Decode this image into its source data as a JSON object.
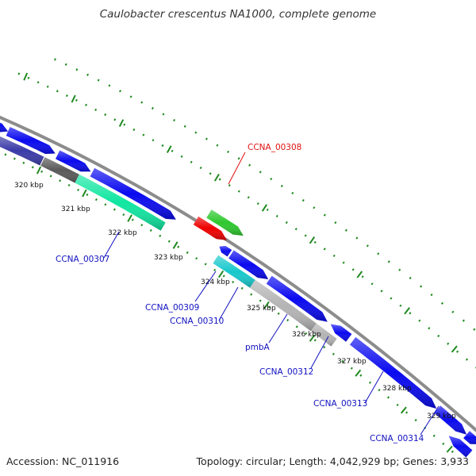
{
  "title": "Caulobacter crescentus NA1000, complete genome",
  "footer": {
    "accession_label": "Accession:",
    "accession": "NC_011916",
    "topology_label": "Topology:",
    "topology": "circular",
    "length_label": "Length:",
    "length": "4,042,929 bp",
    "genes_label": "Genes:",
    "genes": "3,933"
  },
  "colors": {
    "backbone": "#8c8c8c",
    "tick_green": "#1f8a1f",
    "label_blue": "#1010c0",
    "label_red": "#e01010",
    "gene_blue": "#0a0aef",
    "gene_navy": "#3a3aa8",
    "gene_gray": "#5a5a5a",
    "gene_silver": "#b4b4b4",
    "gene_mint": "#10e6a0",
    "gene_cyan": "#18c8cc",
    "gene_green": "#2ec82e",
    "gene_red": "#ee0000",
    "gene_olive": "#7a9a10"
  },
  "ticks": [
    "320 kbp",
    "321 kbp",
    "322 kbp",
    "323 kbp",
    "324 kbp",
    "325 kbp",
    "326 kbp",
    "327 kbp",
    "328 kbp",
    "329 kbp"
  ],
  "gene_labels": {
    "ccna_00308": "CCNA_00308",
    "ccna_00307": "CCNA_00307",
    "ccna_00309": "CCNA_00309",
    "ccna_00310": "CCNA_00310",
    "pmba": "pmbA",
    "ccna_00312": "CCNA_00312",
    "ccna_00313": "CCNA_00313",
    "ccna_00314": "CCNA_00314"
  }
}
